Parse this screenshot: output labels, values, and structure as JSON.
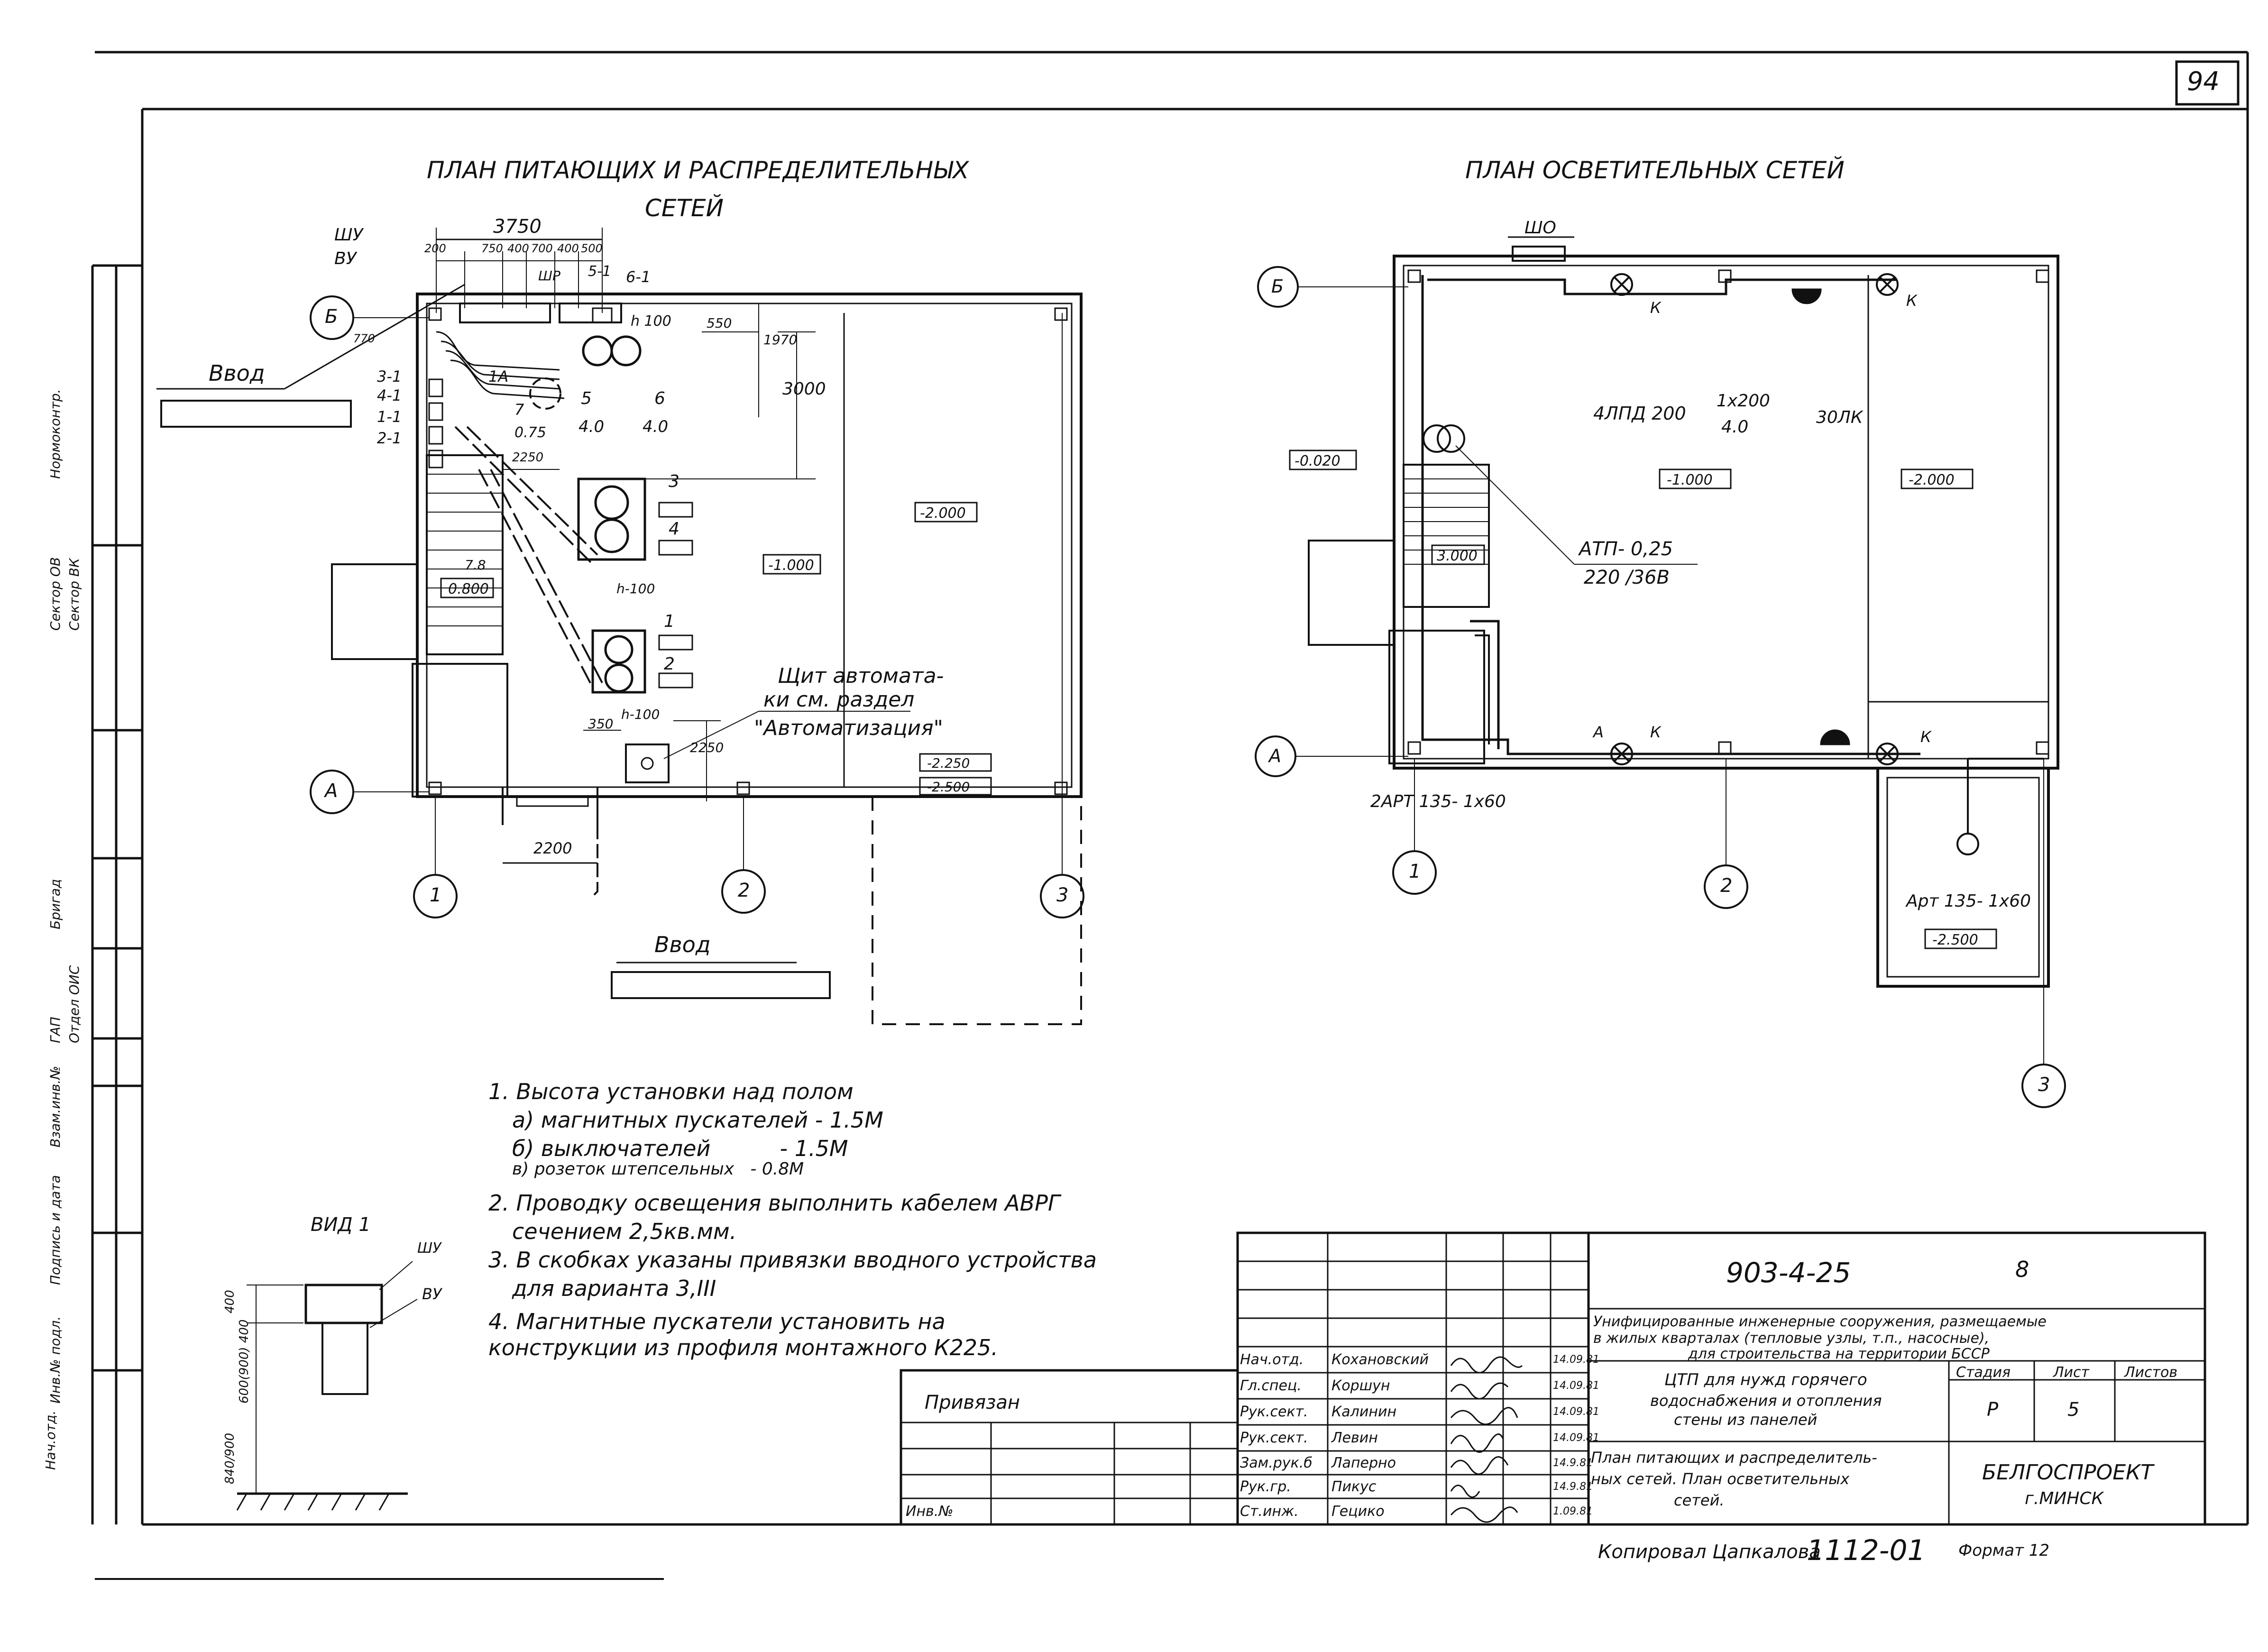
{
  "sheet": {
    "page_number": "94",
    "left_stamp": [
      "Нач.отд.",
      "Инв.№ подл.",
      "Подпись и дата",
      "Взам.инв.№",
      "ГАП",
      "Отдел ОИС",
      "Бригад",
      "Сектор ОВ",
      "Сектор ВК",
      "Нормоконтр."
    ]
  },
  "plan_power": {
    "title_line1": "ПЛАН ПИТАЮЩИХ И РАСПРЕДЕЛИТЕЛЬНЫХ",
    "title_line2": "СЕТЕЙ",
    "labels": {
      "shu": "ШУ",
      "vu": "ВУ",
      "shr": "ШР",
      "d3750": "3750",
      "d200": "200",
      "d750": "750",
      "d400": "400",
      "d700": "700",
      "d400b": "400",
      "d500": "500",
      "n51": "5-1",
      "n61": "6-1",
      "h100a": "h 100",
      "d550": "550",
      "d1970": "1970",
      "d3000": "3000",
      "d770": "770",
      "n31": "3-1",
      "n41": "4-1",
      "n11": "1-1",
      "n21": "2-1",
      "n1a": "1А",
      "n7": "7",
      "n075": "0.75",
      "n5": "5",
      "n40": "4.0",
      "n6": "6",
      "n40b": "4.0",
      "d2250": "2250",
      "n3": "3",
      "n4": "4",
      "n1": "1",
      "n2": "2",
      "h100b": "h-100",
      "h100c": "h-100",
      "d350": "350",
      "d2250b": "2250",
      "d2200": "2200",
      "n78": "7.8",
      "lvl_0800": "0.800",
      "lvl_1000": "-1.000",
      "lvl_2000": "-2.000",
      "lvl_2250": "-2.250",
      "lvl_2500": "-2.500",
      "vvod1": "Ввод",
      "vvod2": "Ввод",
      "shield_note1": "Щит автомата-",
      "shield_note2": "ки см. раздел",
      "shield_note3": "\"Автоматизация\"",
      "axis_b": "Б",
      "axis_a": "А",
      "axis_1": "1",
      "axis_2": "2",
      "axis_3": "3"
    }
  },
  "plan_light": {
    "title": "ПЛАН ОСВЕТИТЕЛЬНЫХ СЕТЕЙ",
    "labels": {
      "shr": "ШО",
      "lvl_0020": "-0.020",
      "lvl_1000": "-1.000",
      "lvl_2000": "-2.000",
      "lvl_3000": "3.000",
      "lvl_2500": "-2.500",
      "lamp": "4ЛПД 200",
      "l_1x200": "1х200",
      "l_40": "4.0",
      "l_30lk": "30ЛК",
      "atp1": "АТП- 0,25",
      "atp2": "220 /36В",
      "k1": "К",
      "k2": "К",
      "k3": "К",
      "k4": "К",
      "a1": "А",
      "art1": "2АРТ 135- 1х60",
      "art2": "Арт 135- 1х60",
      "axis_b": "Б",
      "axis_a": "А",
      "axis_1": "1",
      "axis_2": "2",
      "axis_3": "3"
    }
  },
  "notes": [
    "1. Высота установки над полом",
    "а) магнитных пускателей - 1.5М",
    "б) выключателей          - 1.5М",
    "в) розеток штепсельных   - 0.8М",
    "2. Проводку освещения выполнить кабелем АВРГ",
    "сечением 2,5кв.мм.",
    "3. В скобках указаны привязки вводного устройства",
    "для варианта 3,III",
    "4. Магнитные пускатели установить на",
    "конструкции из профиля монтажного К225."
  ],
  "view": {
    "title": "ВИД 1",
    "shu": "ШУ",
    "vu": "ВУ",
    "d400": "400",
    "d600": "600(900) 400",
    "d840": "840/900"
  },
  "title_block": {
    "doc_code": "903-4-25",
    "page_letter": "8",
    "project1": "Унифицированные инженерные сооружения, размещаемые",
    "project2": "в жилых кварталах (тепловые узлы, т.п., насосные),",
    "project3": "для строительства на территории БССР",
    "object1": "ЦТП для нужд горячего",
    "object2": "водоснабжения и отопления",
    "object3": "стены из панелей",
    "sheet_title1": "План питающих и распределитель-",
    "sheet_title2": "ных сетей. План осветительных",
    "sheet_title3": "сетей.",
    "stage_h": "Стадия",
    "sheet_h": "Лист",
    "sheets_h": "Листов",
    "stage": "Р",
    "sheet_no": "5",
    "org1": "БЕЛГОСПРОЕКТ",
    "org2": "г.МИНСК",
    "privyazan": "Привязан",
    "inv": "Инв.№",
    "copied": "Копировал   Цапкалова",
    "order": "1112-01",
    "format": "Формат 12",
    "rows": [
      {
        "role": "Нач.отд.",
        "name": "Кохановский",
        "date": "14.09.81"
      },
      {
        "role": "Гл.спец.",
        "name": "Коршун",
        "date": "14.09.81"
      },
      {
        "role": "Рук.сект.",
        "name": "Калинин",
        "date": "14.09.81"
      },
      {
        "role": "Рук.сект.",
        "name": "Левин",
        "date": "14.09.81"
      },
      {
        "role": "Зам.рук.б",
        "name": "Лаперно",
        "date": "14.9.81"
      },
      {
        "role": "Рук.гр.",
        "name": "Пикус",
        "date": "14.9.81"
      },
      {
        "role": "Ст.инж.",
        "name": "Гецико",
        "date": "1.09.81"
      }
    ]
  }
}
